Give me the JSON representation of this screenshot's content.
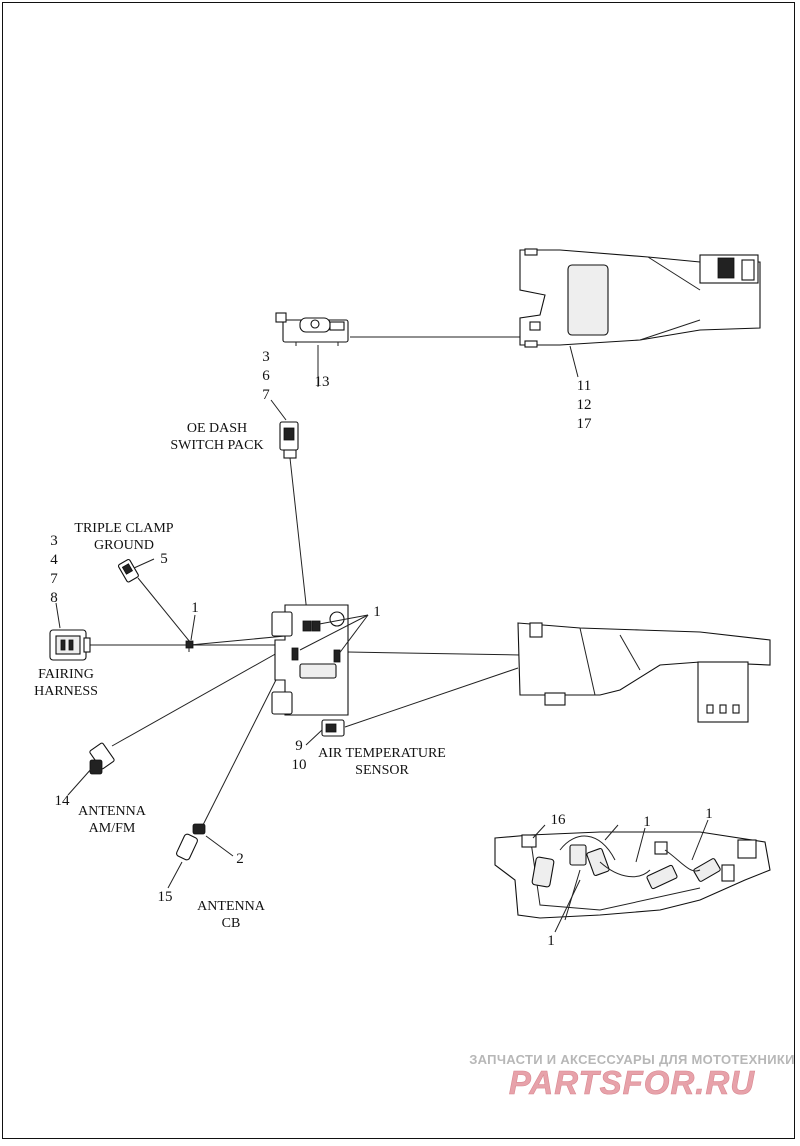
{
  "labels": {
    "oe_dash_line1": "OE DASH",
    "oe_dash_line2": "SWITCH PACK",
    "triple_line1": "TRIPLE CLAMP",
    "triple_line2": "GROUND",
    "fairing_line1": "FAIRING",
    "fairing_line2": "HARNESS",
    "air_line1": "AIR TEMPERATURE",
    "air_line2": "SENSOR",
    "am_line1": "ANTENNA",
    "am_line2": "AM/FM",
    "cb_line1": "ANTENNA",
    "cb_line2": "CB"
  },
  "callouts": {
    "c13": "13",
    "c11": "11",
    "c12": "12",
    "c17": "17",
    "dash_3": "3",
    "dash_6": "6",
    "dash_7": "7",
    "fair_3": "3",
    "fair_4": "4",
    "fair_7": "7",
    "fair_8": "8",
    "c5": "5",
    "c1_ground": "1",
    "c1_bracket": "1",
    "c9": "9",
    "c10": "10",
    "c14": "14",
    "c2": "2",
    "c15": "15",
    "c16": "16",
    "c1_inset_a": "1",
    "c1_inset_b": "1",
    "c1_inset_c": "1"
  },
  "watermark": {
    "tagline": "ЗАПЧАСТИ И АКСЕССУАРЫ ДЛЯ МОТОТЕХНИКИ",
    "brand": "PARTSFOR.RU"
  }
}
